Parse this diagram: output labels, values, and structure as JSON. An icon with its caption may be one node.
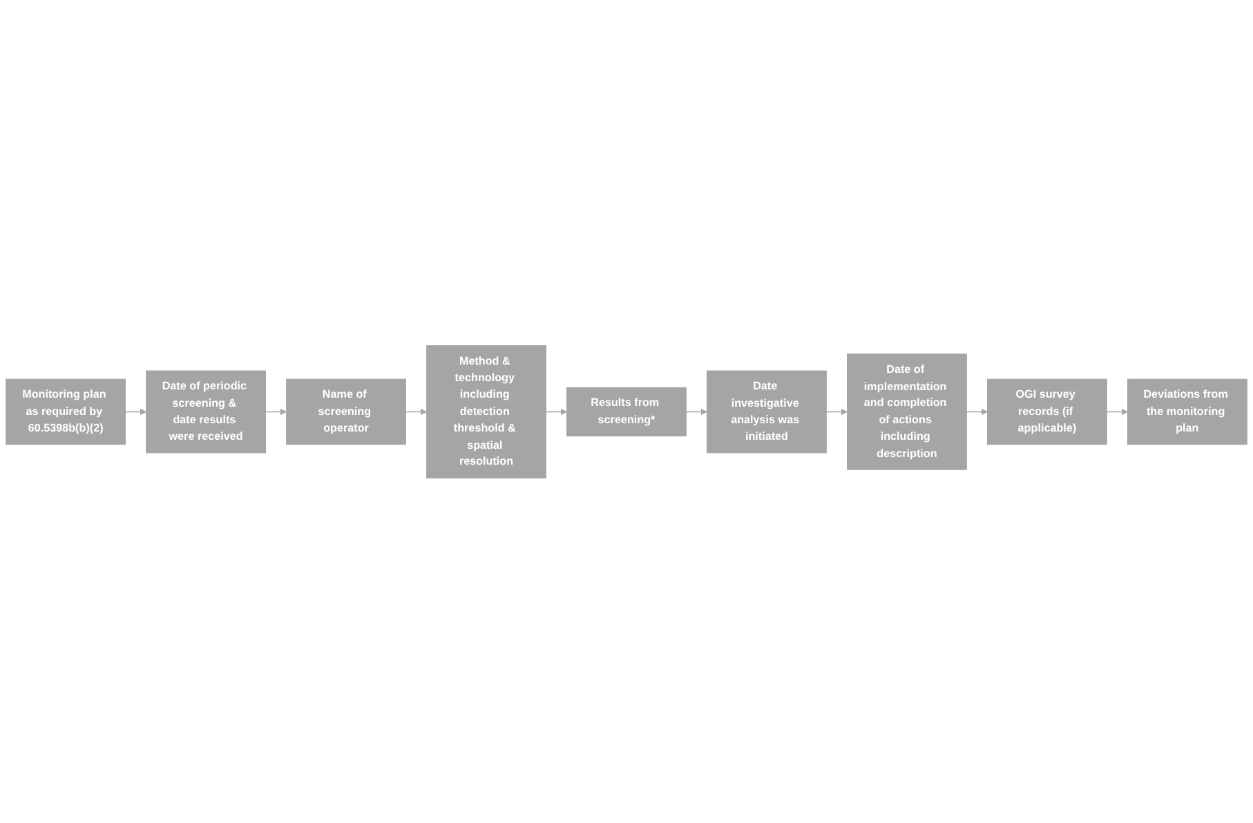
{
  "diagram": {
    "nodes": [
      {
        "text": [
          "Monitoring plan as required by 60.5398b(b)(2)"
        ]
      },
      {
        "text": [
          "Date of periodic screening & date results were received"
        ]
      },
      {
        "text": [
          "Name of screening operator"
        ]
      },
      {
        "text": [
          "Method & technology including detection threshold & spatial resolution"
        ]
      },
      {
        "text": [
          "Results from screening*"
        ]
      },
      {
        "text": [
          "Date investigative analysis was initiated"
        ]
      },
      {
        "text": [
          "Date of implementation and completion of actions including description"
        ]
      },
      {
        "text": [
          "OGI survey records (if applicable)"
        ]
      },
      {
        "text": [
          "Deviations from the monitoring plan"
        ]
      }
    ],
    "edges": [
      {
        "from": 0,
        "to": 1,
        "arrow": "to"
      },
      {
        "from": 1,
        "to": 2,
        "arrow": "to"
      },
      {
        "from": 2,
        "to": 3,
        "arrow": "to"
      },
      {
        "from": 3,
        "to": 4,
        "arrow": "to"
      },
      {
        "from": 4,
        "to": 5,
        "arrow": "to"
      },
      {
        "from": 5,
        "to": 6,
        "arrow": "to"
      },
      {
        "from": 6,
        "to": 7,
        "arrow": "to"
      },
      {
        "from": 7,
        "to": 8,
        "arrow": "to"
      }
    ]
  }
}
